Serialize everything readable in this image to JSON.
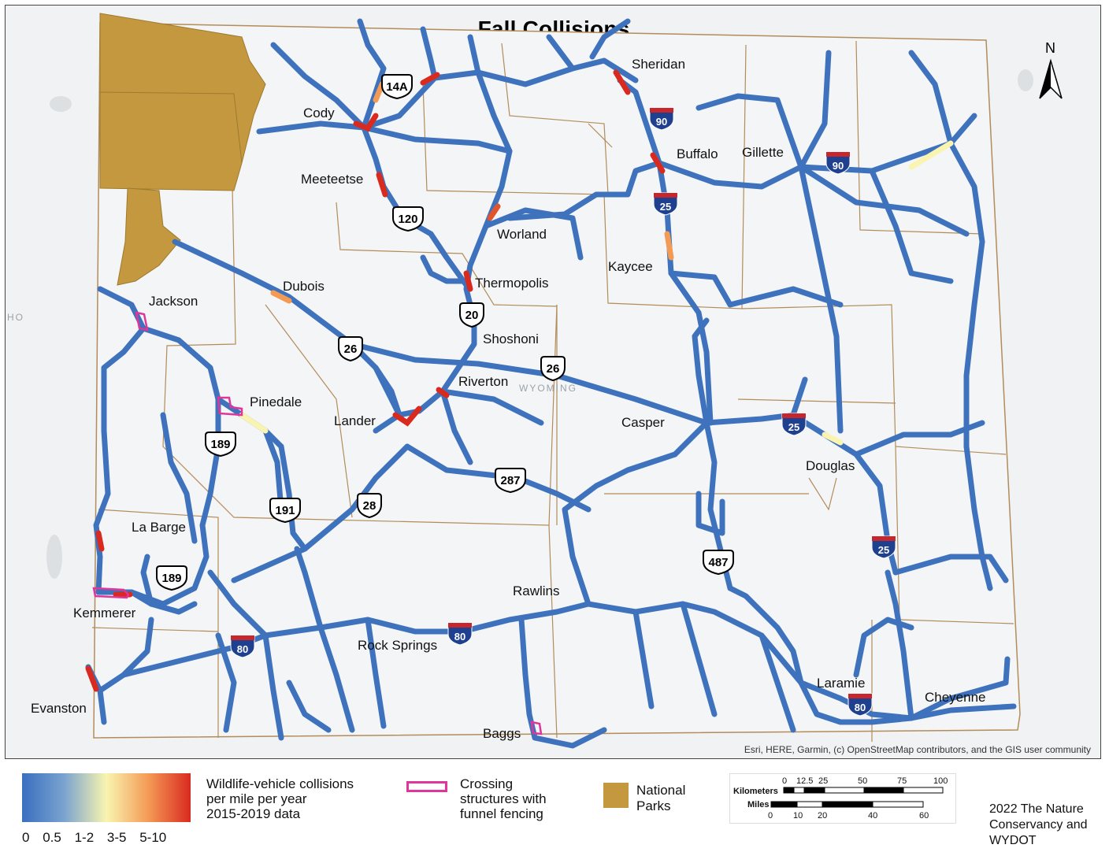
{
  "title": "Fall Collisions",
  "state_label": "WYOMING",
  "edge_label": "HO",
  "north_label": "N",
  "attribution": "Esri, HERE, Garmin, (c) OpenStreetMap contributors, and the GIS user community",
  "cities": [
    "Sheridan",
    "Cody",
    "Buffalo",
    "Gillette",
    "Meeteetse",
    "Worland",
    "Kaycee",
    "Thermopolis",
    "Dubois",
    "Jackson",
    "Shoshoni",
    "Riverton",
    "Pinedale",
    "Lander",
    "Casper",
    "Douglas",
    "La Barge",
    "Kemmerer",
    "Rawlins",
    "Rock Springs",
    "Laramie",
    "Cheyenne",
    "Evanston",
    "Baggs"
  ],
  "highways": [
    "14A",
    "120",
    "20",
    "26",
    "26",
    "189",
    "191",
    "28",
    "287",
    "189",
    "487"
  ],
  "interstates": [
    "90",
    "90",
    "25",
    "25",
    "25",
    "80",
    "80",
    "80"
  ],
  "legend": {
    "collision_title": "Wildlife-vehicle collisions per mile per year 2015-2019 data",
    "collision_lines": [
      "Wildlife-vehicle collisions",
      "per mile per year",
      "2015-2019 data"
    ],
    "ticks": [
      "0",
      "0.5",
      "1-2",
      "3-5",
      "5-10"
    ],
    "crossing_lines": [
      "Crossing",
      "structures with",
      "funnel fencing"
    ],
    "parks_lines": [
      "National",
      "Parks"
    ],
    "scale_km_label": "Kilometers",
    "scale_km_ticks": [
      "0",
      "12.5",
      "25",
      "50",
      "75",
      "100"
    ],
    "scale_mi_label": "Miles",
    "scale_mi_ticks": [
      "0",
      "10",
      "20",
      "40",
      "60"
    ],
    "credit_lines": [
      "2022 The Nature",
      "Conservancy and",
      "WYDOT"
    ]
  },
  "colors": {
    "road_low": "#3a6fc0",
    "road_mid": "#f9f5b0",
    "road_high": "#d92a1f",
    "national_park": "#c4983e",
    "crossing_structure": "#e0359a",
    "county_border": "#b38c5a",
    "interstate_shield": "#1f3f8f",
    "interstate_top": "#c8262d"
  }
}
